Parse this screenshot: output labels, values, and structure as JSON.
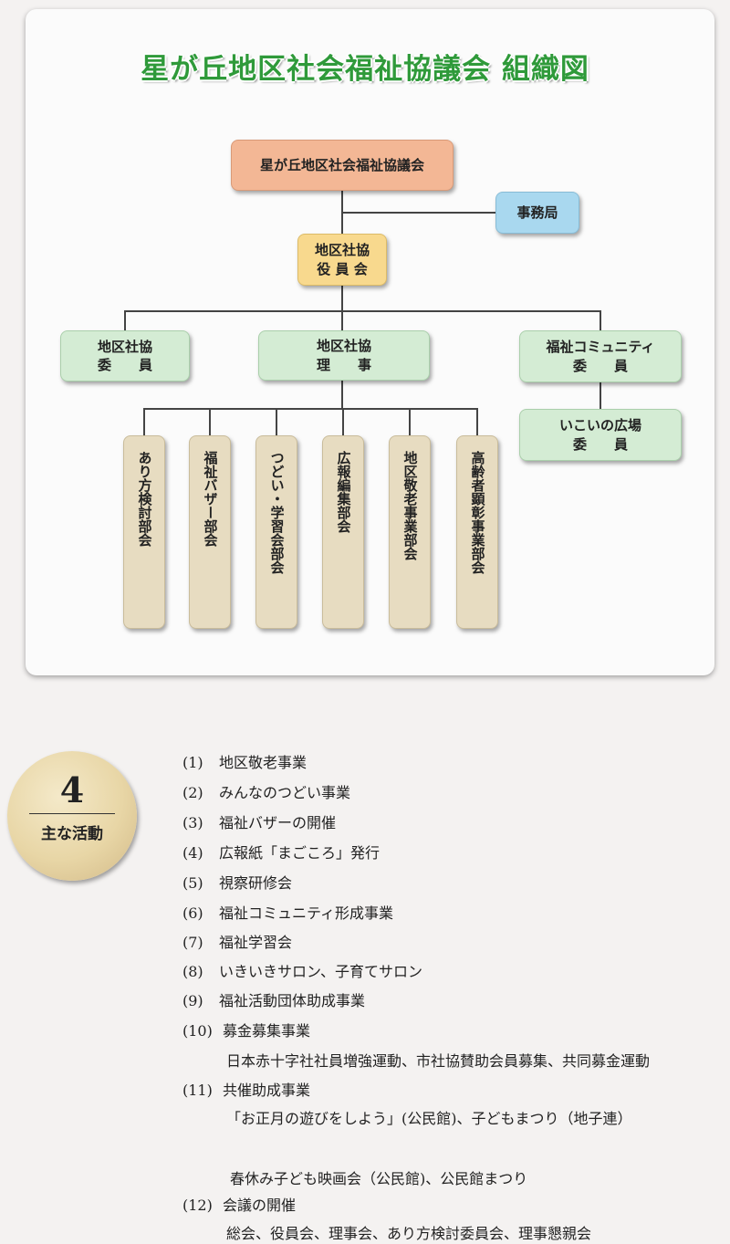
{
  "title": "星が丘地区社会福祉協議会 組織図",
  "org": {
    "top": "星が丘地区社会福祉協議会",
    "office": "事務局",
    "officers": "地区社協\n役 員 会",
    "members": "地区社協\n委　　員",
    "directors": "地区社協\n理　　事",
    "community": "福祉コミュニティ\n委　　員",
    "ikoi": "いこいの広場\n委　　員",
    "departments": [
      "あり方検討部会",
      "福祉バザー部会",
      "つどい・学習会部会",
      "広報編集部会",
      "地区敬老事業部会",
      "高齢者顕彰事業部会"
    ]
  },
  "section": {
    "number": "4",
    "label": "主な活動"
  },
  "activities": [
    {
      "no": "(1)",
      "text": "地区敬老事業"
    },
    {
      "no": "(2)",
      "text": "みんなのつどい事業"
    },
    {
      "no": "(3)",
      "text": "福祉バザーの開催"
    },
    {
      "no": "(4)",
      "text": "広報紙「まごころ」発行"
    },
    {
      "no": "(5)",
      "text": "視察研修会"
    },
    {
      "no": "(6)",
      "text": "福祉コミュニティ形成事業"
    },
    {
      "no": "(7)",
      "text": "福祉学習会"
    },
    {
      "no": "(8)",
      "text": "いきいきサロン、子育てサロン"
    },
    {
      "no": "(9)",
      "text": "福祉活動団体助成事業"
    },
    {
      "no": "(10)",
      "text": "募金募集事業"
    },
    {
      "no": "(11)",
      "text": "共催助成事業"
    },
    {
      "no": "(12)",
      "text": "会議の開催"
    }
  ],
  "details": {
    "a10": "日本赤十字社社員増強運動、市社協賛助会員募集、共同募金運動",
    "a11_1": "「お正月の遊びをしよう」(公民館)、子どもまつり（地子連）",
    "a11_2": "春休み子ども映画会（公民館)、公民館まつり",
    "a12": "総会、役員会、理事会、あり方検討委員会、理事懇親会"
  }
}
